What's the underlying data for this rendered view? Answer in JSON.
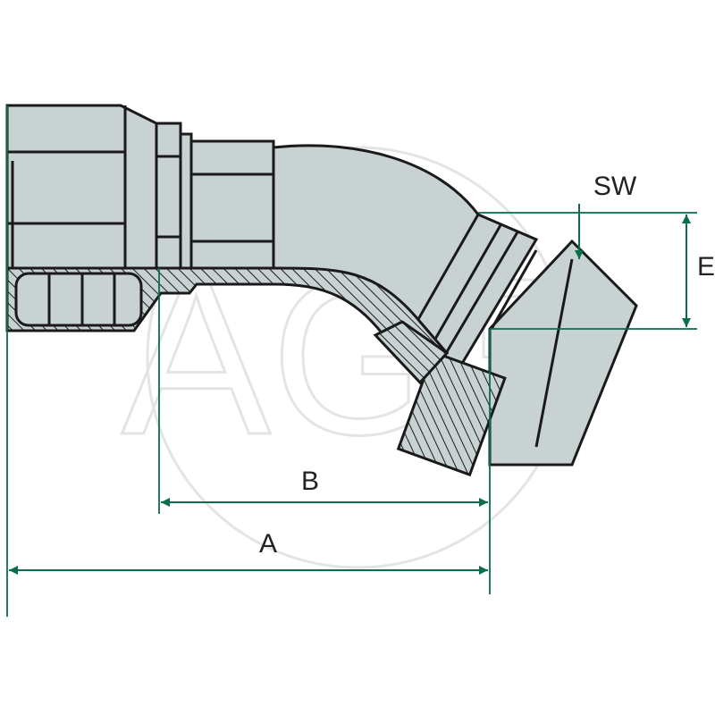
{
  "watermark": {
    "text": "AGP"
  },
  "dimensions": {
    "a_label": "A",
    "b_label": "B",
    "sw_label": "SW",
    "e_label": "E"
  },
  "colors": {
    "steel": "#c9d2d3",
    "outline": "#1a1a1a",
    "dimension": "#0a6e4b",
    "hatch": "#1a1a1a"
  }
}
